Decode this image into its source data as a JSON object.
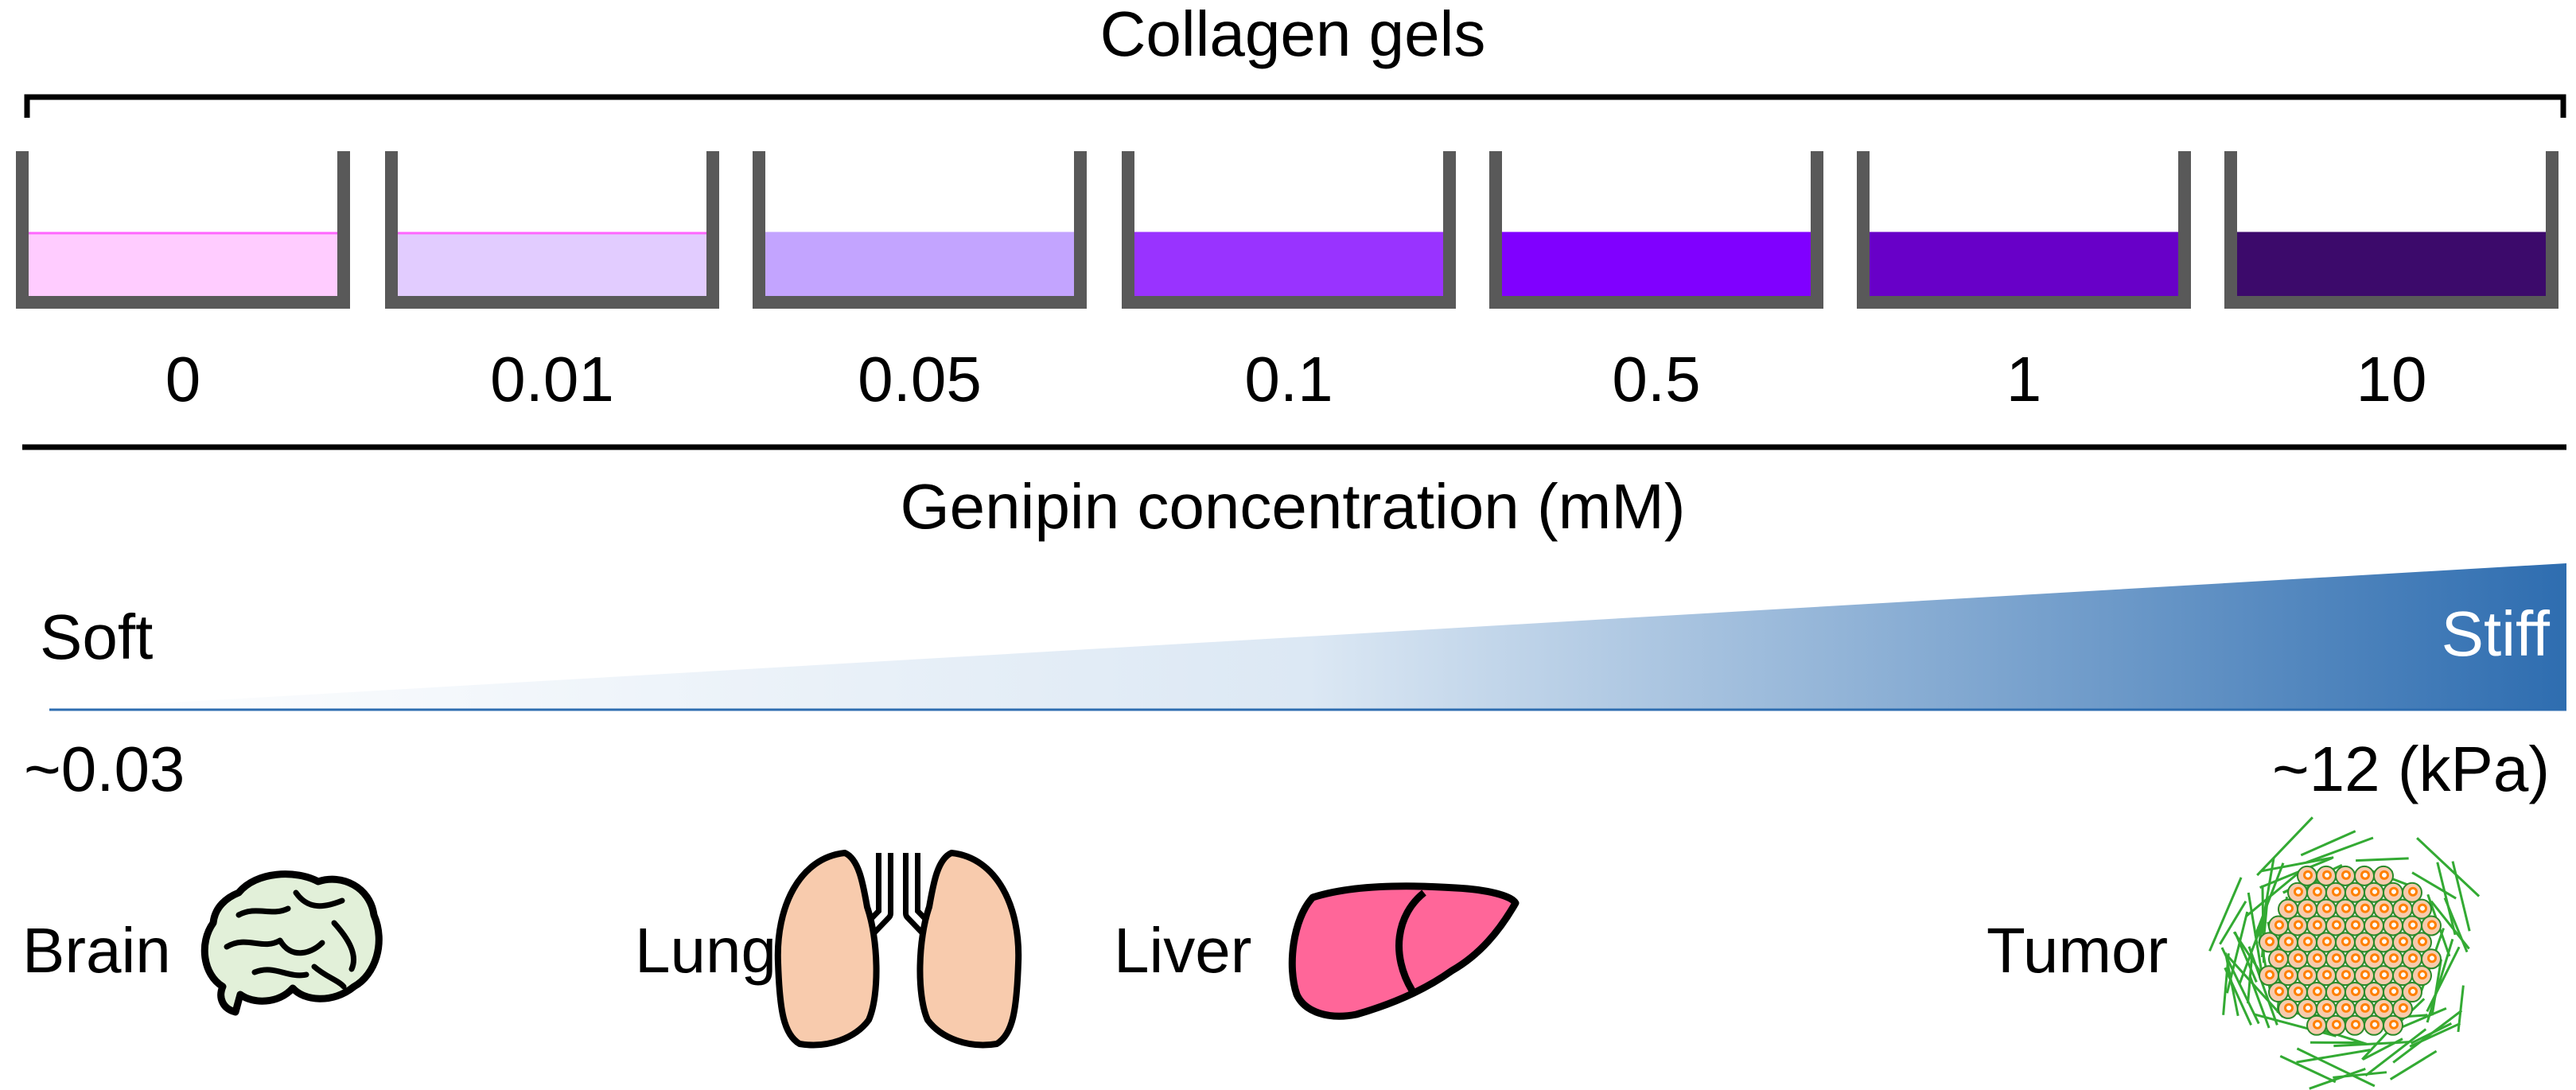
{
  "header": {
    "title": "Collagen gels"
  },
  "gels": [
    {
      "label": "0",
      "fill": "#ffccff"
    },
    {
      "label": "0.01",
      "fill": "#e2ccff"
    },
    {
      "label": "0.05",
      "fill": "#c3a4ff"
    },
    {
      "label": "0.1",
      "fill": "#9933ff"
    },
    {
      "label": "0.5",
      "fill": "#8000ff"
    },
    {
      "label": "1",
      "fill": "#6800c8"
    },
    {
      "label": "10",
      "fill": "#3c0a6b"
    }
  ],
  "axis": {
    "label": "Genipin concentration (mM)"
  },
  "stiffness": {
    "soft_label": "Soft",
    "stiff_label": "Stiff",
    "min_value": "~0.03",
    "max_value": "~12 (kPa)",
    "gradient_start": "#ffffff",
    "gradient_end": "#2e6db0"
  },
  "tissues": [
    {
      "label": "Brain",
      "icon": "brain-icon"
    },
    {
      "label": "Lung",
      "icon": "lung-icon"
    },
    {
      "label": "Liver",
      "icon": "liver-icon"
    },
    {
      "label": "Tumor",
      "icon": "tumor-icon"
    }
  ],
  "colors": {
    "well_wall": "#595959",
    "brain_fill": "#e2f0d9",
    "lung_fill": "#f8cbad",
    "liver_fill": "#ff6699",
    "tumor_fiber": "#33aa33",
    "tumor_cell": "#f8cbad",
    "tumor_nucleus": "#ff8000"
  }
}
